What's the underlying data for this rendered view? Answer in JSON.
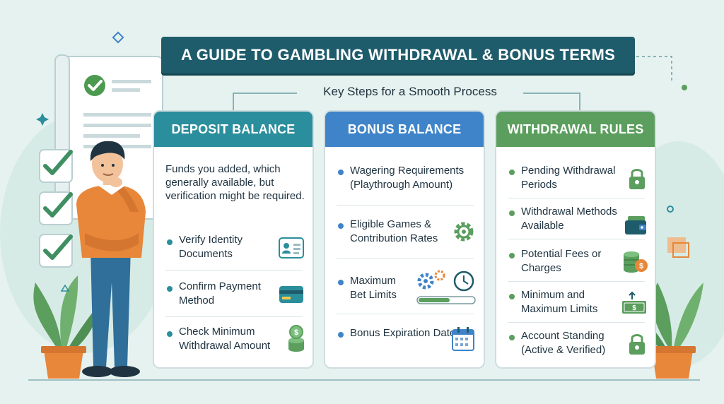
{
  "banner": {
    "title": "A GUIDE TO GAMBLING WITHDRAWAL & BONUS TERMS"
  },
  "subtitle": "Key Steps for a Smooth Process",
  "cards": [
    {
      "title": "DEPOSIT BALANCE",
      "color": "#2b8e9c",
      "description": "Funds you added, which generally available, but verification might be required.",
      "items": [
        {
          "label": "Verify Identity Documents",
          "icon": "id-card-icon"
        },
        {
          "label": "Confirm Payment Method",
          "icon": "credit-card-icon"
        },
        {
          "label": "Check Minimum Withdrawal Amount",
          "icon": "coin-stack-icon"
        }
      ]
    },
    {
      "title": "BONUS BALANCE",
      "color": "#3f84c8",
      "items": [
        {
          "label": "Wagering Requirements (Playthrough Amount)",
          "icon": "none"
        },
        {
          "label": "Eligible Games & Contribution Rates",
          "icon": "gear-icon"
        },
        {
          "label": "Maximum Bet Limits",
          "icon": "gears-clock-progress-icon"
        },
        {
          "label": "Bonus Expiration Date",
          "icon": "calendar-icon"
        }
      ]
    },
    {
      "title": "WITHDRAWAL RULES",
      "color": "#5b9e5e",
      "items": [
        {
          "label": "Pending Withdrawal Periods",
          "icon": "lock-icon"
        },
        {
          "label": "Withdrawal Methods Available",
          "icon": "wallet-icon"
        },
        {
          "label": "Potential Fees or Charges",
          "icon": "coins-dollar-icon"
        },
        {
          "label": "Minimum and Maximum Limits",
          "icon": "cash-limit-icon"
        },
        {
          "label": "Account Standing (Active & Verified)",
          "icon": "lock-icon"
        }
      ]
    }
  ],
  "illustration": {
    "person": "thinking-man",
    "checklist_checks": 3,
    "document": "approved-document"
  },
  "colors": {
    "background": "#e6f2ef",
    "banner": "#1f5c6b",
    "deposit": "#2b8e9c",
    "bonus": "#3f84c8",
    "withdrawal": "#5b9e5e",
    "accent_orange": "#e8873a"
  }
}
